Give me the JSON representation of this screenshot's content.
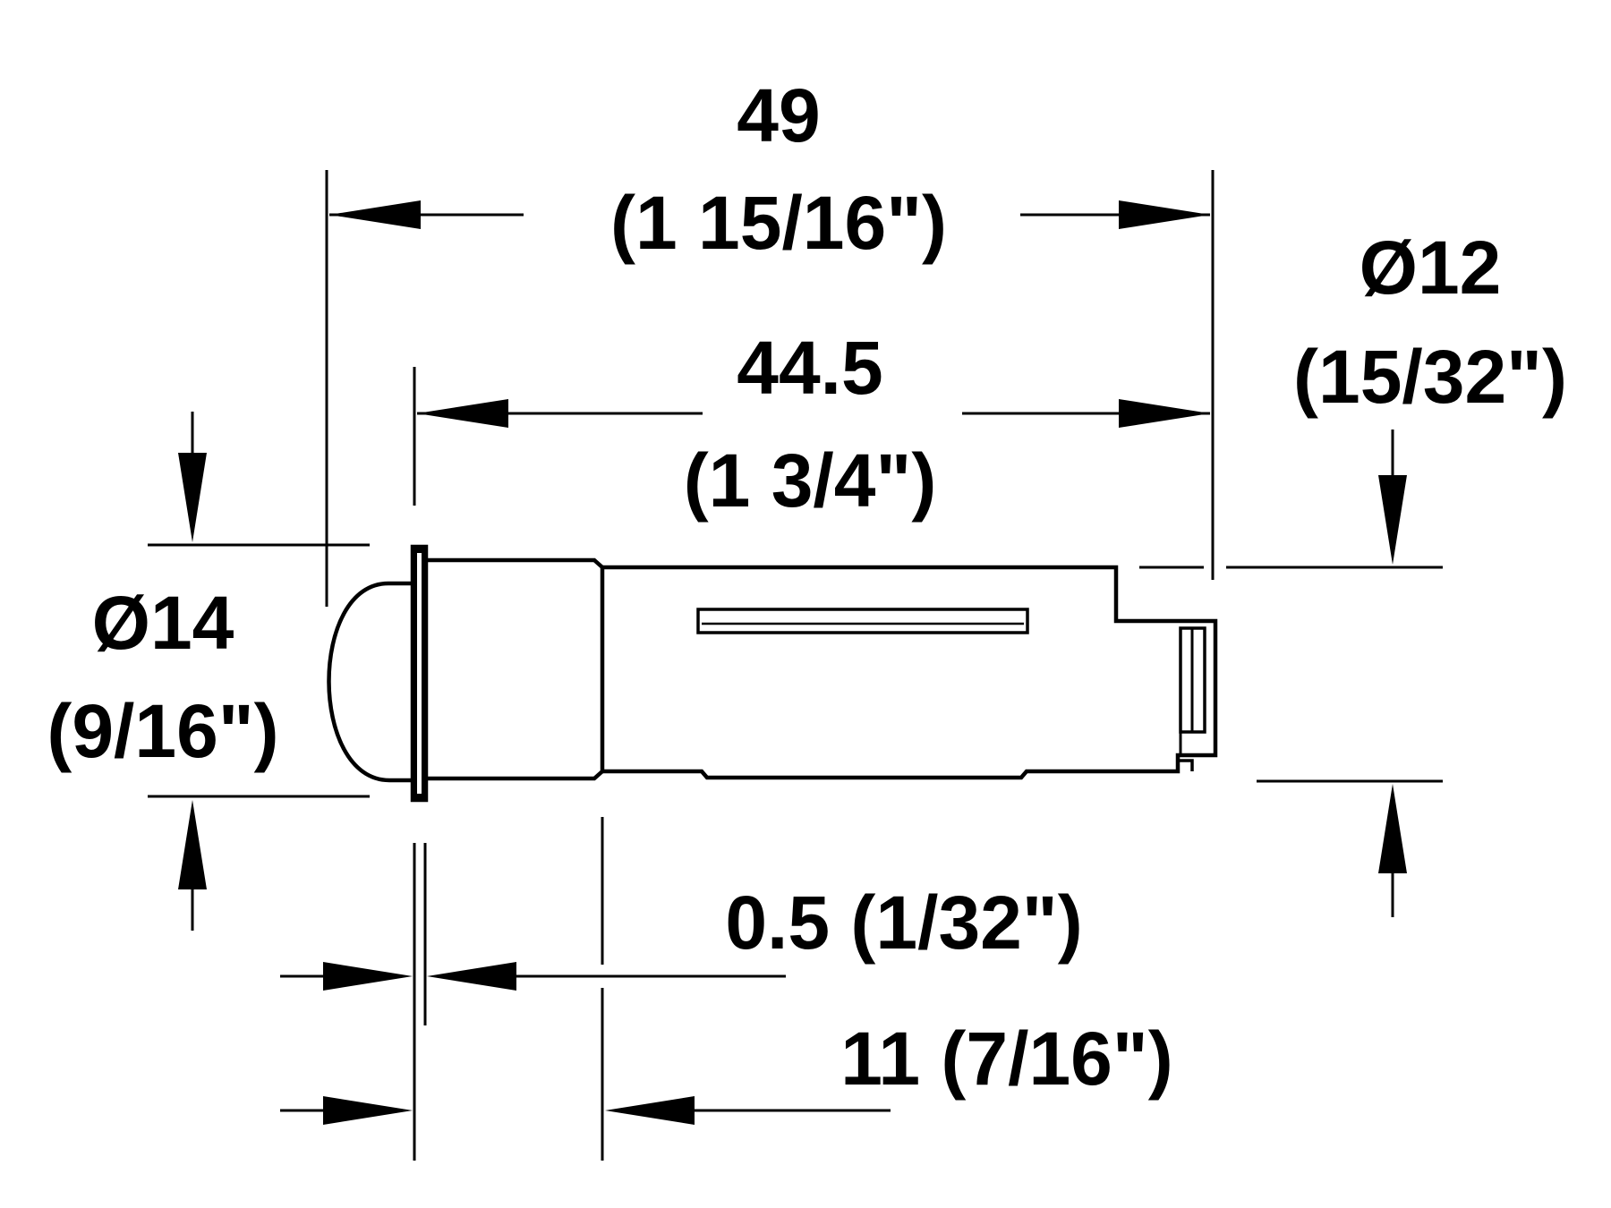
{
  "dimensions": {
    "overall_length": {
      "metric": "49",
      "imperial": "(1 15/16\")"
    },
    "body_length": {
      "metric": "44.5",
      "imperial": "(1 3/4\")"
    },
    "cap_diameter": {
      "metric": "Ø14",
      "imperial": "(9/16\")"
    },
    "body_diameter": {
      "metric": "Ø12",
      "imperial": "(15/32\")"
    },
    "flange_thickness": {
      "label": "0.5 (1/32\")"
    },
    "collar_length": {
      "label": "11 (7/16\")"
    }
  },
  "colors": {
    "line": "#000000",
    "background": "#ffffff"
  }
}
